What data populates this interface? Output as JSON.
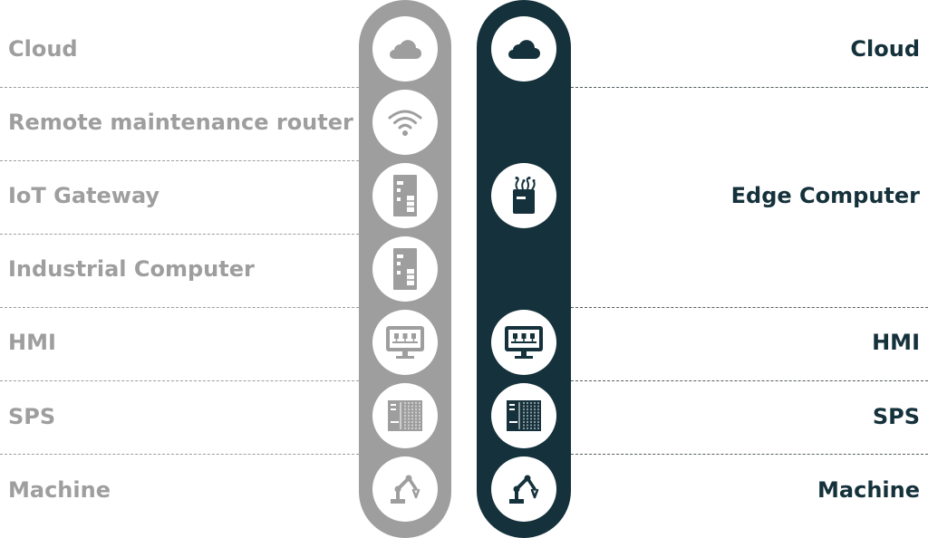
{
  "colors": {
    "left_stack": "#9e9e9e",
    "right_stack": "#15313b",
    "left_text": "#9e9e9e",
    "right_text": "#15313b",
    "node_bg": "#ffffff"
  },
  "left": {
    "items": [
      {
        "label": "Cloud",
        "icon": "cloud-icon"
      },
      {
        "label": "Remote maintenance router",
        "icon": "wifi-icon"
      },
      {
        "label": "IoT Gateway",
        "icon": "gateway-device-icon"
      },
      {
        "label": "Industrial Computer",
        "icon": "industrial-computer-icon"
      },
      {
        "label": "HMI",
        "icon": "hmi-monitor-icon"
      },
      {
        "label": "SPS",
        "icon": "plc-icon"
      },
      {
        "label": "Machine",
        "icon": "robot-arm-icon"
      }
    ]
  },
  "right": {
    "items": [
      {
        "label": "Cloud",
        "icon": "cloud-icon"
      },
      {
        "label": "Edge Computer",
        "icon": "edge-computer-icon"
      },
      {
        "label": "HMI",
        "icon": "hmi-monitor-icon"
      },
      {
        "label": "SPS",
        "icon": "plc-icon"
      },
      {
        "label": "Machine",
        "icon": "robot-arm-icon"
      }
    ]
  }
}
